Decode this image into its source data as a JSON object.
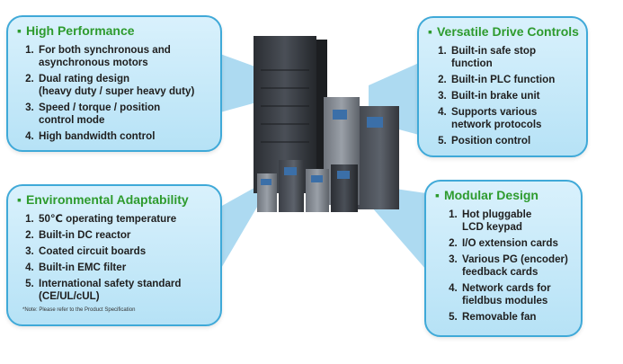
{
  "panels": {
    "high_performance": {
      "title": "High Performance",
      "items": [
        [
          "For both synchronous and",
          "asynchronous motors"
        ],
        [
          "Dual rating design",
          "(heavy duty / super heavy duty)"
        ],
        [
          "Speed / torque / position",
          "control mode"
        ],
        [
          "High bandwidth control"
        ]
      ]
    },
    "versatile_drive_controls": {
      "title": "Versatile Drive Controls",
      "items": [
        [
          "Built-in safe stop",
          "function"
        ],
        [
          "Built-in PLC function"
        ],
        [
          "Built-in brake unit"
        ],
        [
          "Supports various",
          "network protocols"
        ],
        [
          "Position control"
        ]
      ]
    },
    "environmental_adaptability": {
      "title": "Environmental Adaptability",
      "items": [
        [
          "50℃ operating temperature"
        ],
        [
          "Built-in DC reactor"
        ],
        [
          "Coated circuit boards"
        ],
        [
          "Built-in EMC filter"
        ],
        [
          "International safety standard",
          "(CE/UL/cUL)"
        ]
      ],
      "note": "*Note: Please refer to the Product Specification"
    },
    "modular_design": {
      "title": "Modular Design",
      "items": [
        [
          "Hot pluggable",
          "LCD keypad"
        ],
        [
          "I/O extension cards"
        ],
        [
          "Various PG (encoder)",
          "feedback cards"
        ],
        [
          "Network cards for",
          "fieldbus modules"
        ],
        [
          "Removable fan"
        ]
      ]
    }
  },
  "colors": {
    "panel_border": "#3fa9d8",
    "panel_fill_top": "#d9f1fc",
    "panel_fill_bottom": "#b6e2f6",
    "title_green": "#2e9b2e",
    "item_text": "#1f1f1f",
    "connector": "#9fd3ee"
  }
}
